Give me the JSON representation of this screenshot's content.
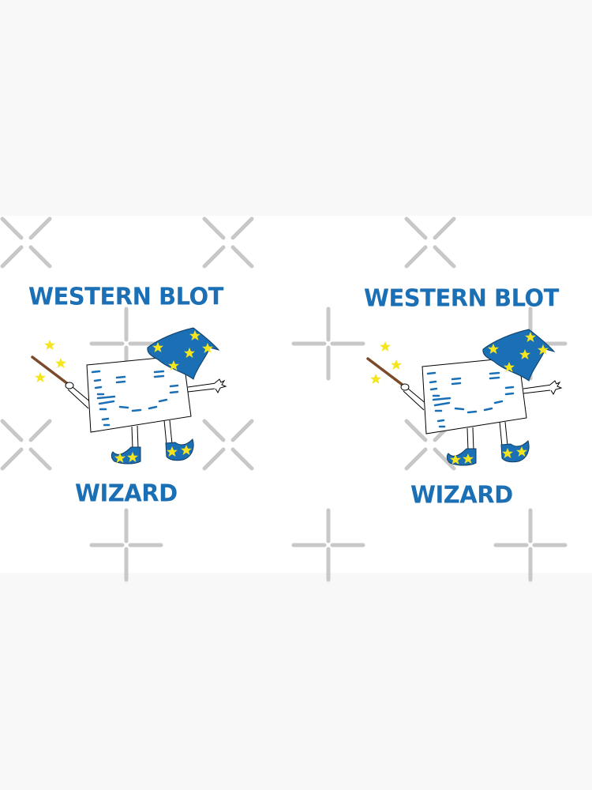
{
  "designs": [
    {
      "top_text": "WESTERN BLOT",
      "bottom_text": "WIZARD"
    },
    {
      "top_text": "WESTERN BLOT",
      "bottom_text": "WIZARD"
    }
  ],
  "colors": {
    "text_blue": "#1a6fb5",
    "star_yellow": "#f5e51e",
    "wand_brown": "#7a4a2a",
    "watermark_gray": "#c8c8c8",
    "page_bg": "#f8f8f8"
  }
}
